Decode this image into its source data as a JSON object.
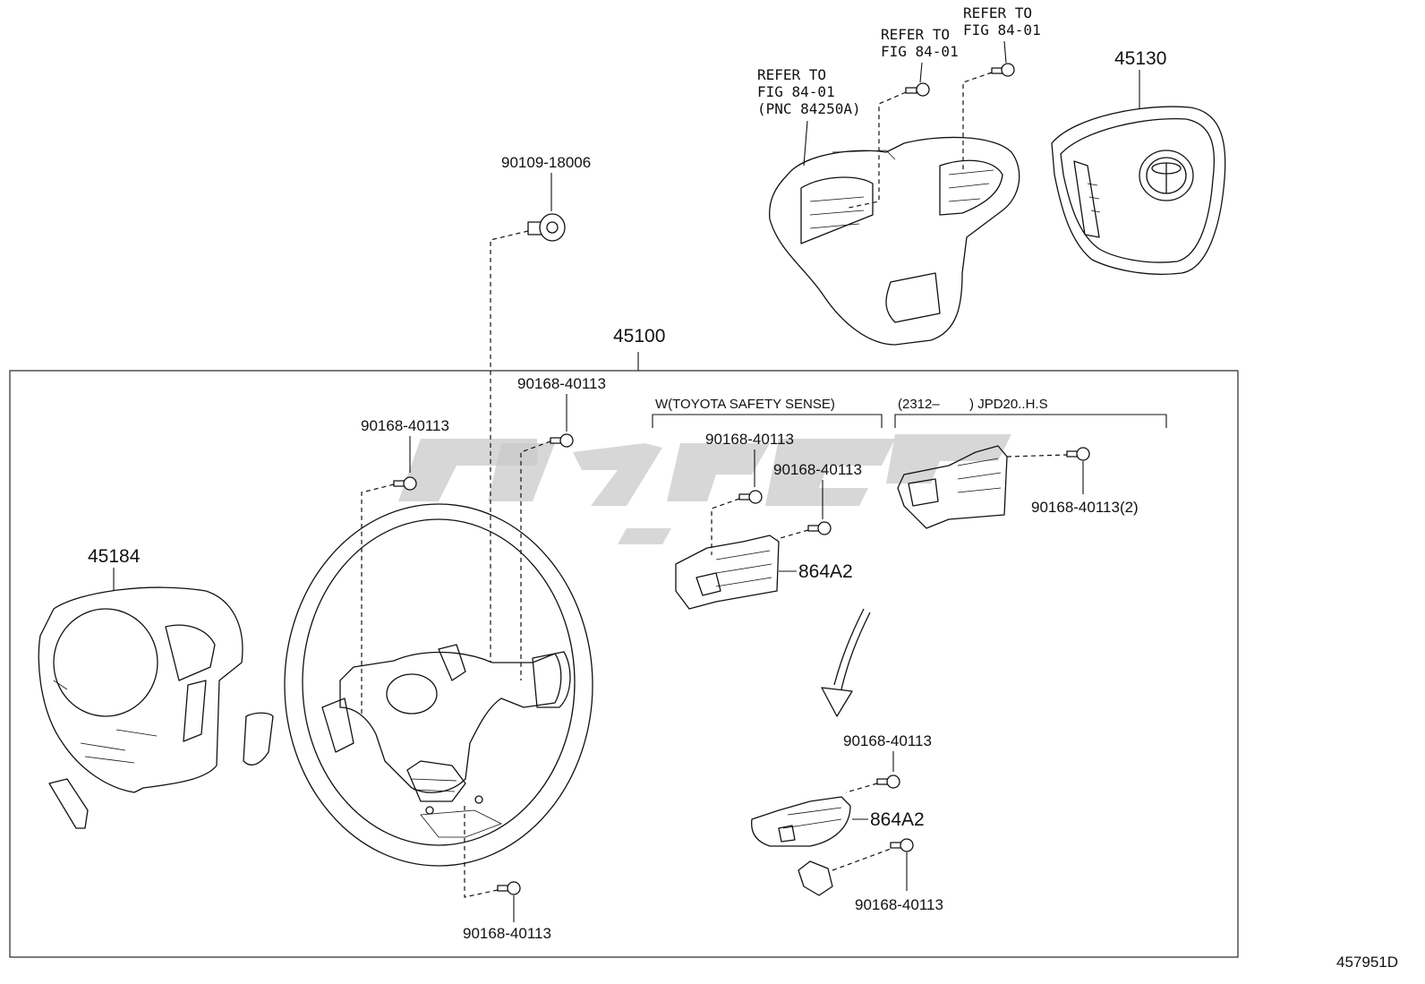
{
  "diagram_code": "457951D",
  "main_assembly": "45100",
  "conditions": {
    "safety_sense": "W(TOYOTA SAFETY SENSE)",
    "date_range": "(2312–        ) JPD20..H.S"
  },
  "refer_notes": {
    "left_line1": "REFER TO",
    "left_line2": "FIG 84-01",
    "left_line3": "(PNC 84250A)",
    "middle_line1": "REFER TO",
    "middle_line2": "FIG 84-01",
    "right_line1": "REFER TO",
    "right_line2": "FIG 84-01"
  },
  "parts": {
    "airbag": "45130",
    "cover": "45184",
    "top_bolt": "90109-18006",
    "screw_left": "90168-40113",
    "screw_center": "90168-40113",
    "screw_bottom": "90168-40113",
    "tss_screw_1": "90168-40113",
    "tss_screw_2": "90168-40113",
    "tss_switch": "864A2",
    "jpd_screw": "90168-40113(2)",
    "lower_screw_top": "90168-40113",
    "lower_switch": "864A2",
    "lower_screw_bottom": "90168-40113"
  }
}
